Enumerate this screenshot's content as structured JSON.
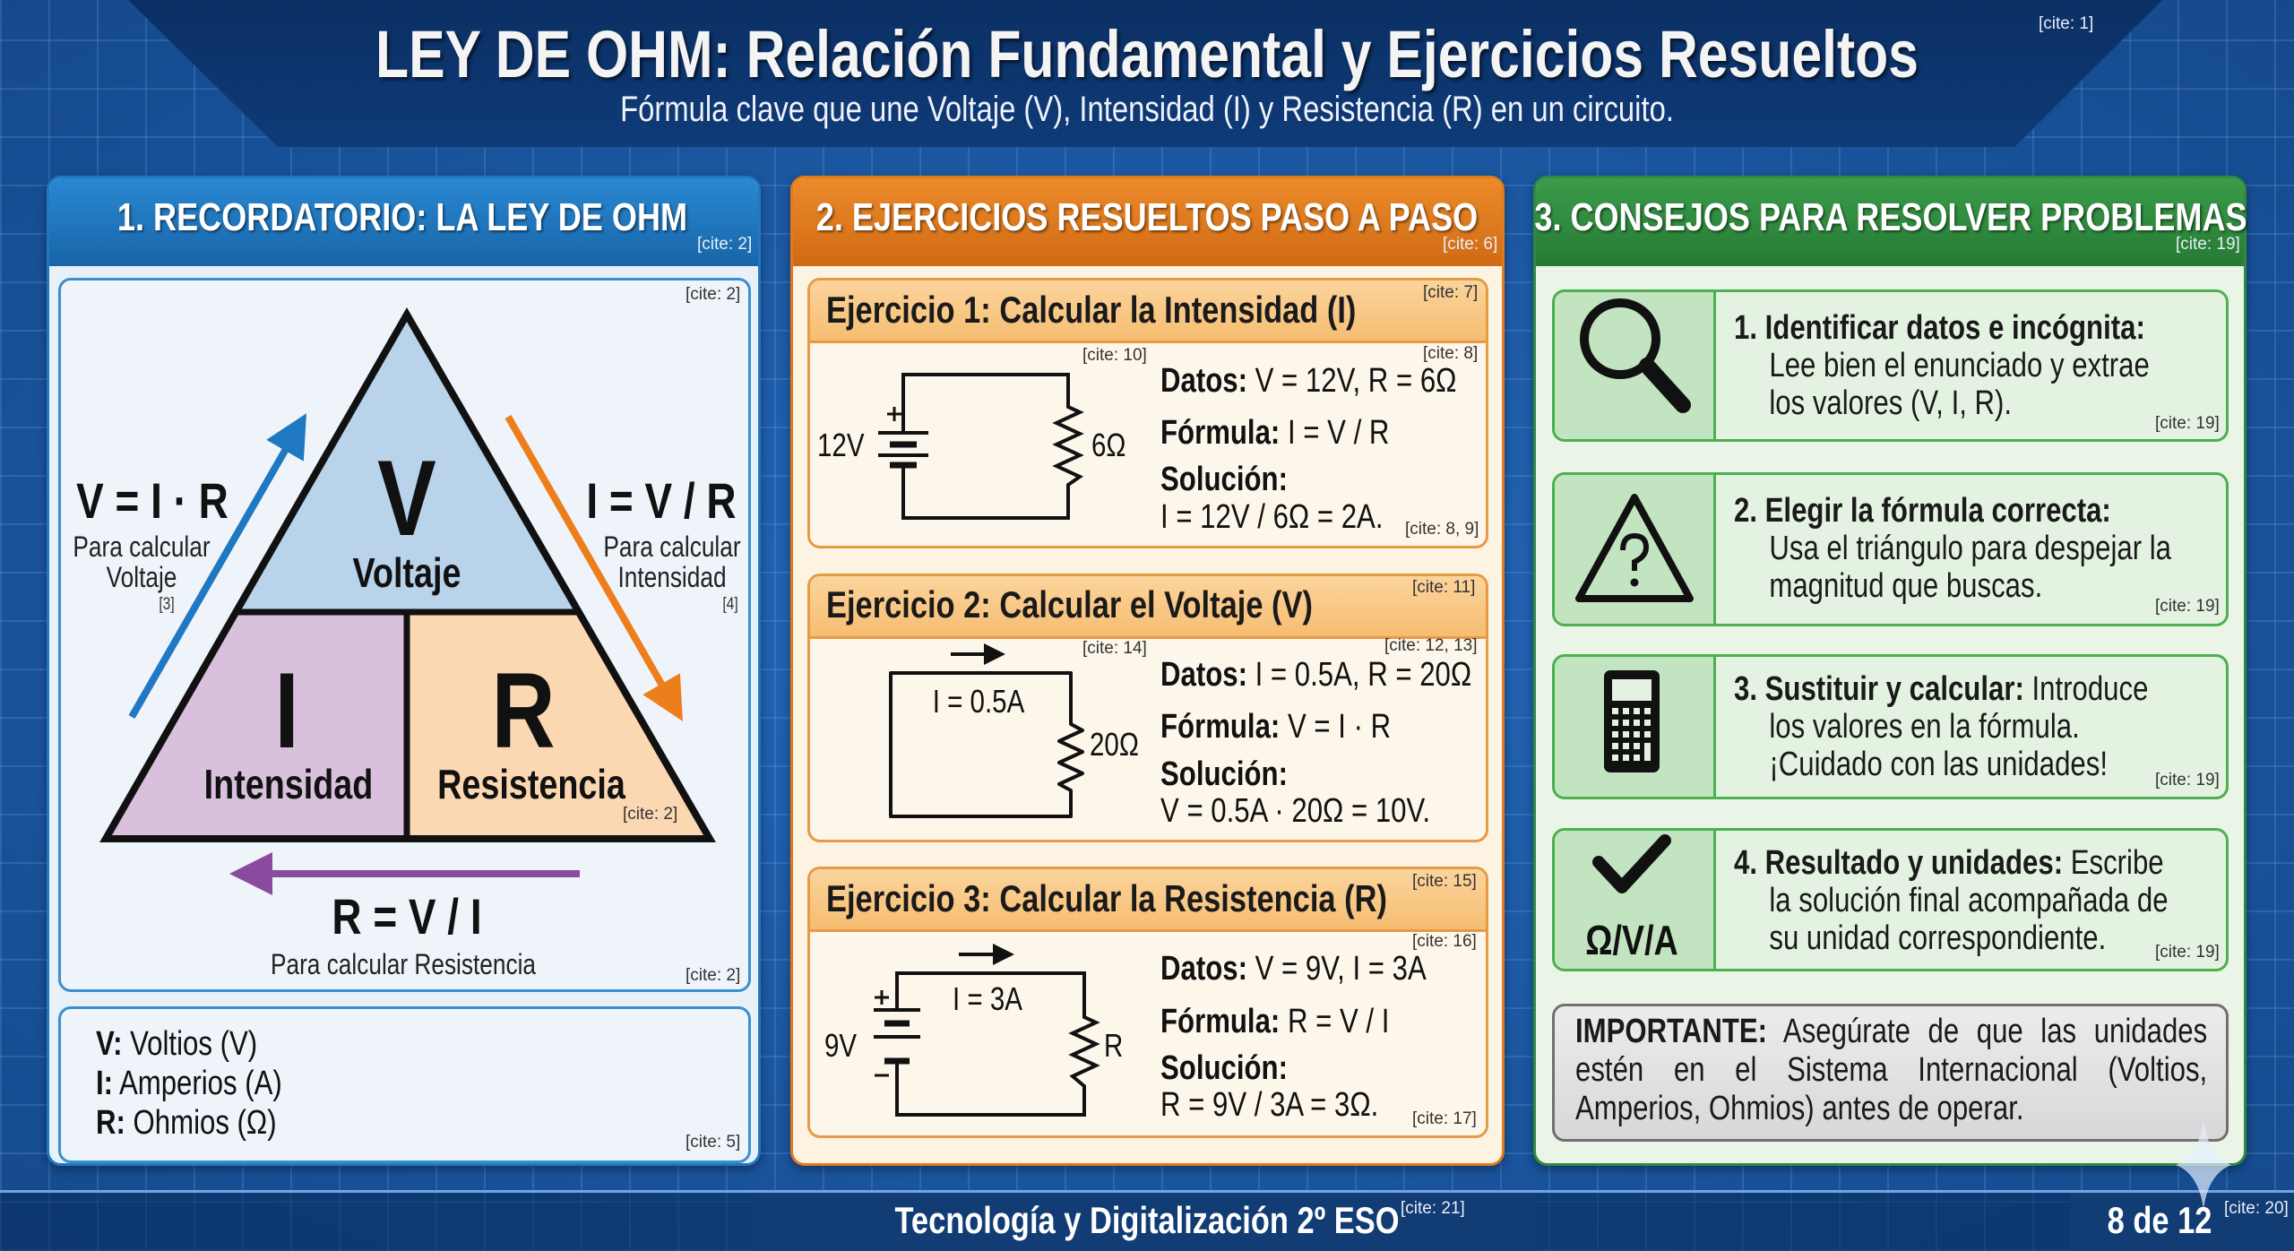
{
  "header": {
    "title": "LEY DE OHM: Relación Fundamental y Ejercicios Resueltos",
    "title_cite": "[cite: 1]",
    "subtitle": "Fórmula clave que une Voltaje (V), Intensidad (I) y Resistencia (R) en un circuito."
  },
  "colors": {
    "panel1": "#1f78c1",
    "panel2": "#e07a1f",
    "panel3": "#2e8b3e",
    "background": "#1b5aa6",
    "header": "#0f3b78"
  },
  "panels": [
    {
      "title": "1. RECORDATORIO: LA LEY DE OHM",
      "cite": "[cite: 2]"
    },
    {
      "title": "2. EJERCICIOS RESUELTOS PASO A PASO",
      "cite": "[cite: 6]"
    },
    {
      "title": "3. CONSEJOS PARA RESOLVER PROBLEMAS",
      "cite": "[cite: 19]"
    }
  ],
  "triangle": {
    "top_cite": "[cite: 2]",
    "inner_cite": "[cite: 2]",
    "bottom_cite": "[cite: 2]",
    "v_letter": "V",
    "v_label": "Voltaje",
    "i_letter": "I",
    "i_label": "Intensidad",
    "r_letter": "R",
    "r_label": "Resistencia",
    "formula_v": {
      "formula": "V = I · R",
      "line1": "Para calcular",
      "line2": "Voltaje",
      "ref": "[3]"
    },
    "formula_i": {
      "formula": "I = V / R",
      "line1": "Para calcular",
      "line2": "Intensidad",
      "ref": "[4]"
    },
    "formula_r": {
      "formula": "R = V / I",
      "caption": "Para calcular Resistencia"
    }
  },
  "legend": {
    "items": [
      {
        "sym": "V:",
        "text": " Voltios (V)"
      },
      {
        "sym": "I:",
        "text": " Amperios (A)"
      },
      {
        "sym": "R:",
        "text": " Ohmios (Ω)"
      }
    ],
    "cite": "[cite: 5]"
  },
  "exercises": [
    {
      "title": "Ejercicio 1: Calcular la Intensidad (I)",
      "title_cite": "[cite: 7]",
      "circuit_cite": "[cite: 10]",
      "datos_cite": "[cite: 8]",
      "datos_label": "Datos:",
      "datos_value": " V = 12V, R = 6Ω",
      "formula_label": "Fórmula:",
      "formula_value": " I = V / R",
      "solucion_label": "Solución:",
      "solucion_value": "I = 12V / 6Ω = 2A.",
      "solucion_cite": "[cite: 8, 9]",
      "source_label": "12V",
      "resistor_label": "6Ω"
    },
    {
      "title": "Ejercicio 2: Calcular el Voltaje (V)",
      "title_cite": "[cite: 11]",
      "circuit_cite": "[cite: 14]",
      "datos_cite": "[cite: 12, 13]",
      "datos_label": "Datos:",
      "datos_value": " I = 0.5A, R = 20Ω",
      "formula_label": "Fórmula:",
      "formula_value": " V = I · R",
      "solucion_label": "Solución:",
      "solucion_value": "V = 0.5A · 20Ω = 10V.",
      "current_label": "I = 0.5A",
      "resistor_label": "20Ω"
    },
    {
      "title": "Ejercicio 3: Calcular la Resistencia (R)",
      "title_cite": "[cite: 15]",
      "datos_cite": "[cite: 16]",
      "datos_label": "Datos:",
      "datos_value": " V = 9V, I = 3A",
      "formula_label": "Fórmula:",
      "formula_value": " R = V / I",
      "solucion_label": "Solución:",
      "solucion_value": "R = 9V / 3A = 3Ω.",
      "solucion_cite": "[cite: 17]",
      "source_label": "9V",
      "current_label": "I = 3A",
      "resistor_label": "R"
    }
  ],
  "tips": [
    {
      "icon": "magnifier-icon",
      "bold": "1. Identificar datos e incógnita:",
      "text": "\nLee bien el enunciado y extrae\nlos valores (V, I, R).",
      "cite": "[cite: 19]"
    },
    {
      "icon": "warning-question-icon",
      "bold": "2. Elegir la fórmula correcta:",
      "text": "\nUsa el triángulo para despejar la\nmagnitud que buscas.",
      "cite": "[cite: 19]"
    },
    {
      "icon": "calculator-icon",
      "bold": "3. Sustituir y calcular:",
      "text": " Introduce\nlos valores en la fórmula.\n¡Cuidado con las unidades!",
      "cite": "[cite: 19]"
    },
    {
      "icon": "checkmark-icon",
      "icon_text": "Ω/V/A",
      "bold": "4. Resultado y unidades:",
      "text": " Escribe\nla solución final acompañada de\nsu unidad correspondiente.",
      "cite": "[cite: 19]"
    }
  ],
  "important": {
    "label": "IMPORTANTE:",
    "text": " Asegúrate de que las unidades estén en el Sistema Internacional (Voltios, Amperios, Ohmios) antes de operar."
  },
  "footer": {
    "course": "Tecnología y Digitalización 2º ESO",
    "course_cite": "[cite: 21]",
    "page": "8 de 12",
    "page_cite": "[cite: 20]"
  }
}
